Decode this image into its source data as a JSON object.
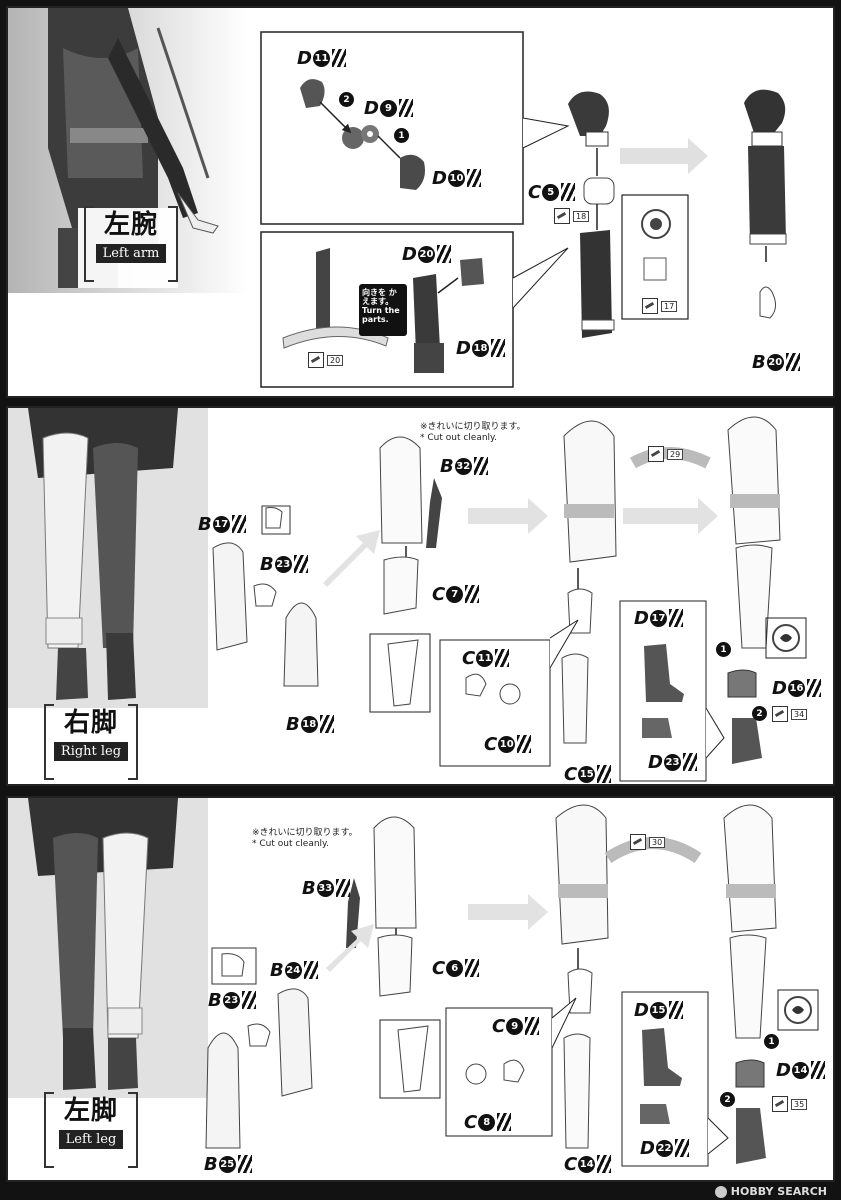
{
  "sections": [
    {
      "title_jp": "左腕",
      "title_en": "Left arm",
      "parts": {
        "d11": {
          "letter": "D",
          "num": "11"
        },
        "d9": {
          "letter": "D",
          "num": "9"
        },
        "d10": {
          "letter": "D",
          "num": "10"
        },
        "c5": {
          "letter": "C",
          "num": "5"
        },
        "d20": {
          "letter": "D",
          "num": "20"
        },
        "d18": {
          "letter": "D",
          "num": "18"
        },
        "b20": {
          "letter": "B",
          "num": "20"
        }
      },
      "tags": {
        "t18": "18",
        "t17": "17",
        "t20": "20"
      },
      "turn_note": "向きを かえます。 Turn the parts.",
      "steps": {
        "s1": "1",
        "s2": "2"
      }
    },
    {
      "title_jp": "右脚",
      "title_en": "Right leg",
      "note": "※きれいに切り取ります。\n* Cut out cleanly.",
      "parts": {
        "b17": {
          "letter": "B",
          "num": "17"
        },
        "b23": {
          "letter": "B",
          "num": "23"
        },
        "b18": {
          "letter": "B",
          "num": "18"
        },
        "b32": {
          "letter": "B",
          "num": "32"
        },
        "c7": {
          "letter": "C",
          "num": "7"
        },
        "c11": {
          "letter": "C",
          "num": "11"
        },
        "c10": {
          "letter": "C",
          "num": "10"
        },
        "c15": {
          "letter": "C",
          "num": "15"
        },
        "d17": {
          "letter": "D",
          "num": "17"
        },
        "d23": {
          "letter": "D",
          "num": "23"
        },
        "d16": {
          "letter": "D",
          "num": "16"
        }
      },
      "tags": {
        "t29": "29",
        "t34": "34"
      },
      "steps": {
        "s1": "1",
        "s2": "2"
      }
    },
    {
      "title_jp": "左脚",
      "title_en": "Left leg",
      "note": "※きれいに切り取ります。\n* Cut out cleanly.",
      "parts": {
        "b33": {
          "letter": "B",
          "num": "33"
        },
        "b23": {
          "letter": "B",
          "num": "23"
        },
        "b24": {
          "letter": "B",
          "num": "24"
        },
        "b25": {
          "letter": "B",
          "num": "25"
        },
        "c6": {
          "letter": "C",
          "num": "6"
        },
        "c9": {
          "letter": "C",
          "num": "9"
        },
        "c8": {
          "letter": "C",
          "num": "8"
        },
        "c14": {
          "letter": "C",
          "num": "14"
        },
        "d15": {
          "letter": "D",
          "num": "15"
        },
        "d22": {
          "letter": "D",
          "num": "22"
        },
        "d14": {
          "letter": "D",
          "num": "14"
        }
      },
      "tags": {
        "t30": "30",
        "t35": "35"
      },
      "steps": {
        "s1": "1",
        "s2": "2"
      }
    }
  ],
  "watermark": "HOBBY SEARCH",
  "colors": {
    "part_dark": "#3a3a3a",
    "part_mid": "#7a7a7a",
    "arrow_light": "#d8d8d8",
    "ink": "#111111"
  }
}
